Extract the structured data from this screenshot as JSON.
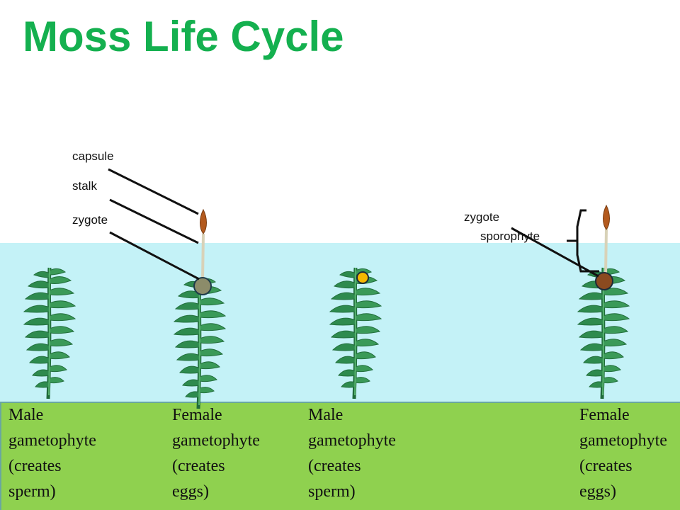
{
  "title": "Moss Life Cycle",
  "labels": {
    "capsule": "capsule",
    "stalk": "stalk",
    "zygote_left": "zygote",
    "zygote_right": "zygote",
    "sporophyte": "sporophyte"
  },
  "plants": [
    {
      "lines": [
        "Male",
        "gametophyte",
        "(creates",
        "sperm)"
      ]
    },
    {
      "lines": [
        "Female",
        "gametophyte",
        "(creates",
        "eggs)"
      ]
    },
    {
      "lines": [
        "Male",
        "gametophyte",
        "(creates",
        "sperm)"
      ]
    },
    {
      "lines": [
        "Female",
        "gametophyte",
        "(creates",
        "eggs)"
      ]
    }
  ],
  "colors": {
    "title": "#14b04f",
    "water": "#c4f2f7",
    "ground": "#8fd14f",
    "moss": "#2e8b4e",
    "zygote_left": "#8c8c6a",
    "sperm_dot": "#f5b800",
    "zygote_right": "#8b4a1f",
    "capsule": "#b35a1e"
  }
}
